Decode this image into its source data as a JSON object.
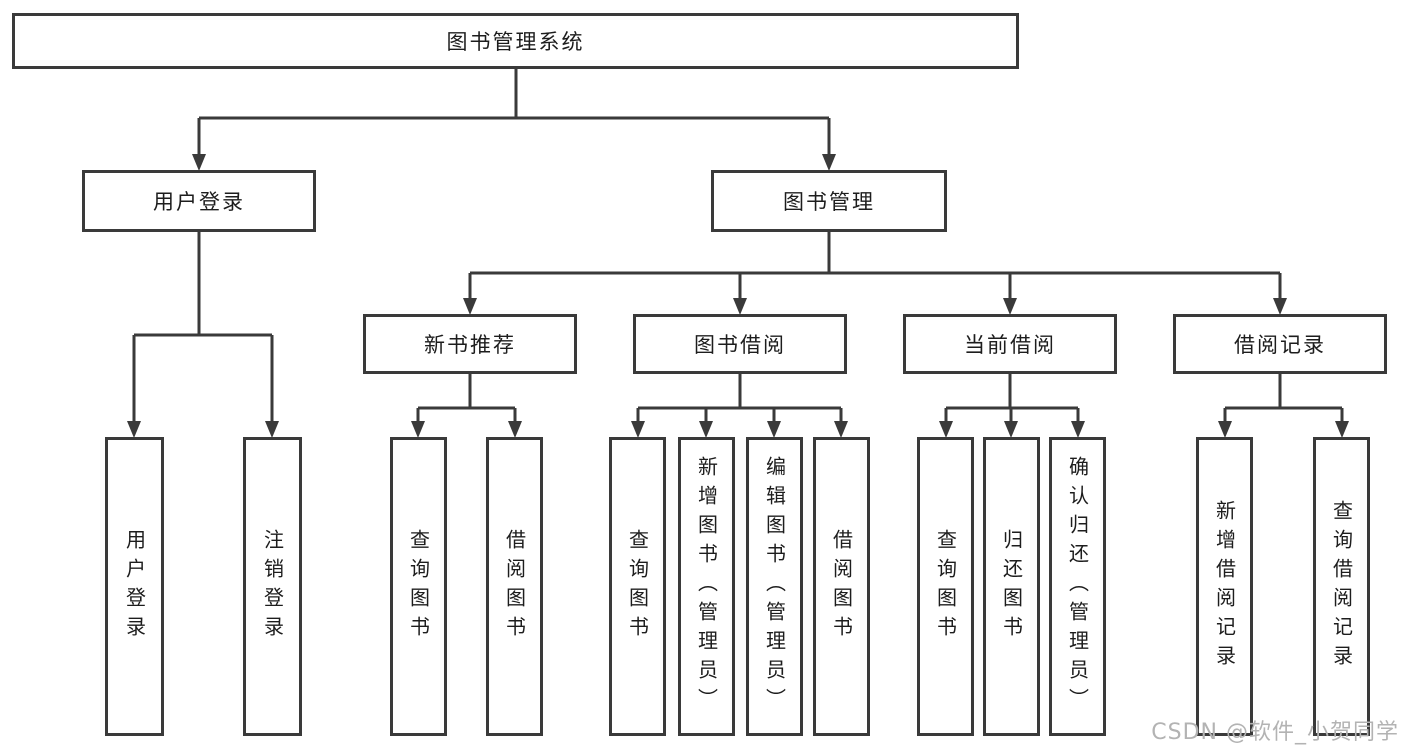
{
  "diagram": {
    "title": "图书管理系统",
    "modules": [
      {
        "name": "用户登录",
        "features": [
          "用户登录",
          "注销登录"
        ]
      },
      {
        "name": "图书管理",
        "submodules": [
          {
            "name": "新书推荐",
            "features": [
              "查询图书",
              "借阅图书"
            ]
          },
          {
            "name": "图书借阅",
            "features": [
              "查询图书",
              "新增图书（管理员）",
              "编辑图书（管理员）",
              "借阅图书"
            ]
          },
          {
            "name": "当前借阅",
            "features": [
              "查询图书",
              "归还图书",
              "确认归还（管理员）"
            ]
          },
          {
            "name": "借阅记录",
            "features": [
              "新增借阅记录",
              "查询借阅记录"
            ]
          }
        ]
      }
    ]
  },
  "watermark": "CSDN @软件_小贺同学",
  "colors": {
    "line": "#3a3a3a",
    "box_border": "#3a3a3a",
    "text": "#1d1d1d",
    "watermark": "#b3b3b3",
    "background": "#ffffff"
  }
}
